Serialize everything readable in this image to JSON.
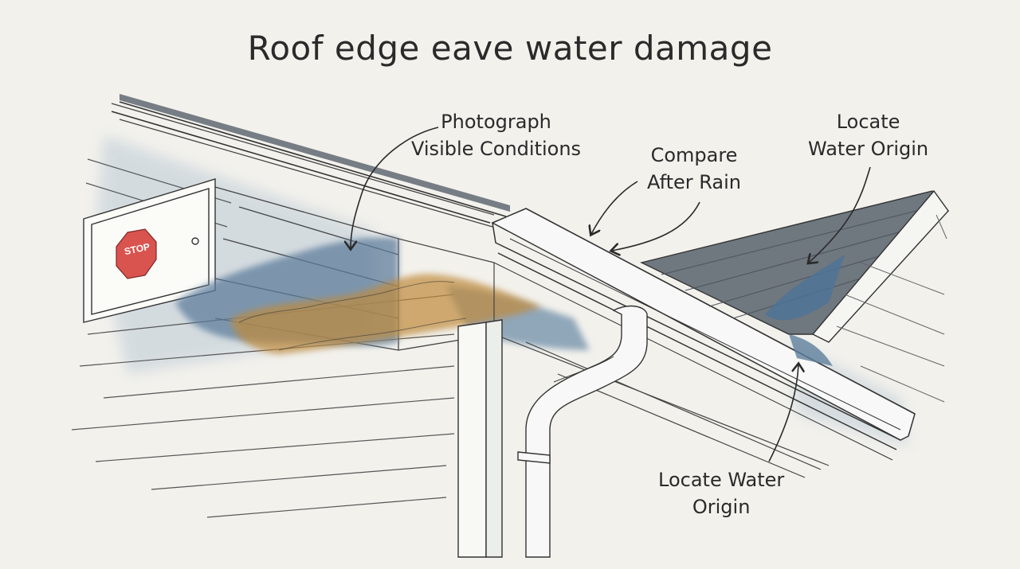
{
  "title": "Roof edge eave water damage",
  "sign": {
    "text": "STOP"
  },
  "labels": [
    {
      "line1": "Photograph",
      "line2": "Visible Conditions"
    },
    {
      "line1": "Compare",
      "line2": "After Rain"
    },
    {
      "line1": "Locate",
      "line2": "Water Origin"
    },
    {
      "line1": "Locate Water",
      "line2": "Origin"
    }
  ],
  "colors": {
    "background": "#f2f1ec",
    "ink": "#2a2a2a",
    "water_stain_blue": "#5e7e9c",
    "rust_stain": "#c08a3a",
    "stop_sign": "#d9534f",
    "shingles": "#707880"
  }
}
